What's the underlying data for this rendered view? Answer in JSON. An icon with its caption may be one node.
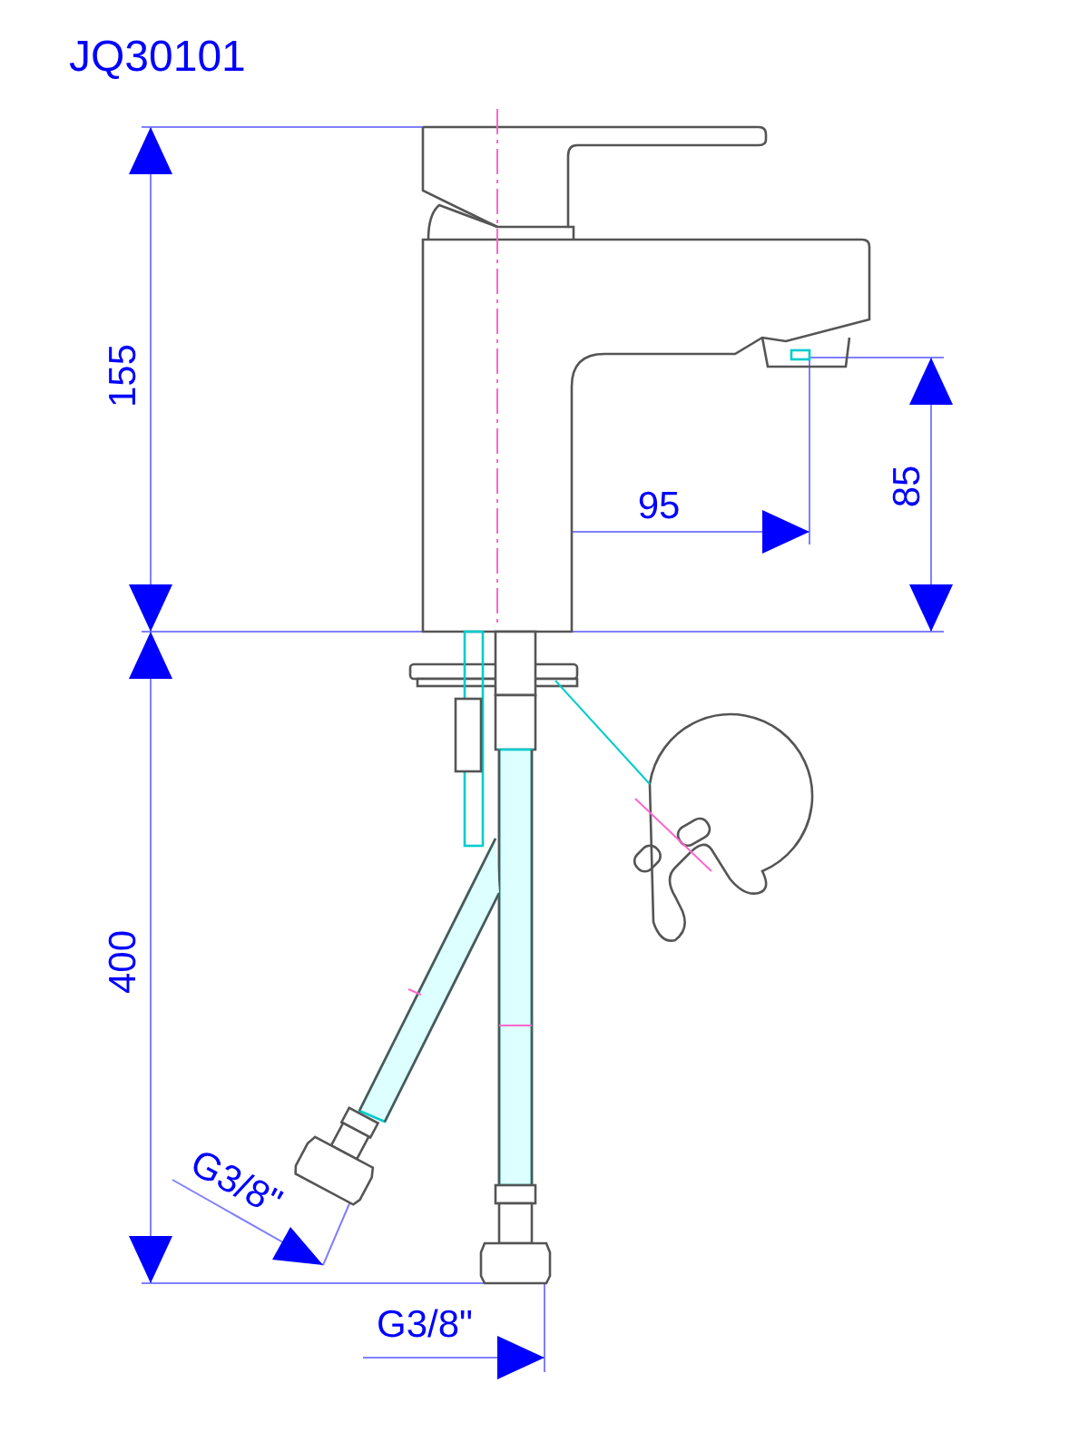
{
  "diagram": {
    "title": "JQ30101",
    "labels": [
      "155",
      "95",
      "85",
      "400",
      "G3/8\"",
      "G3/8\""
    ]
  }
}
